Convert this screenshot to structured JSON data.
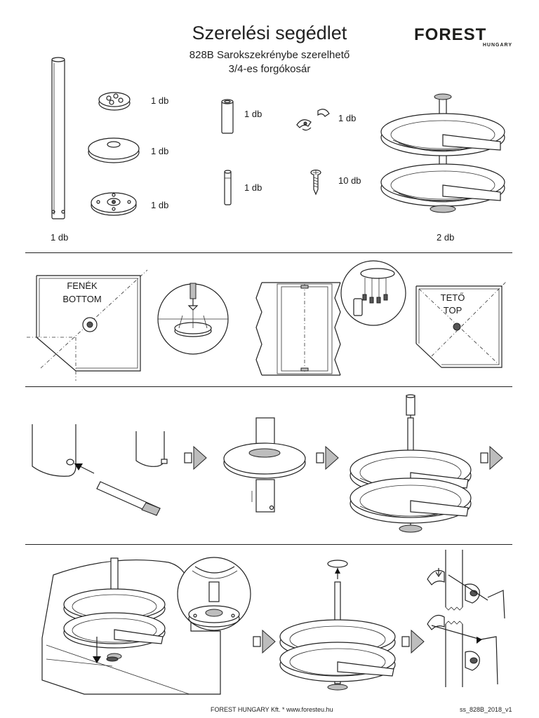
{
  "header": {
    "title": "Szerelési segédlet",
    "subtitle_line1": "828B Sarokszekrénybe szerelhető",
    "subtitle_line2": "3/4-es forgókosár",
    "logo_text": "FOREST",
    "logo_subtext": "HUNGARY"
  },
  "parts": {
    "pole_qty": "1 db",
    "nut_qty": "1 db",
    "disc_qty": "1 db",
    "base_plate_qty": "1 db",
    "sleeve_qty": "1 db",
    "pin_qty": "1 db",
    "clip_qty": "1 db",
    "screw_qty": "10 db",
    "basket_qty": "2 db"
  },
  "step1": {
    "bottom_label_hu": "FENÉK",
    "bottom_label_en": "BOTTOM",
    "top_label_hu": "TETŐ",
    "top_label_en": "TOP"
  },
  "footer": {
    "company": "FOREST HUNGARY Kft. *  www.foresteu.hu",
    "doc_code": "ss_828B_2018_v1"
  },
  "icons": {
    "arrow": "arrow-right-icon"
  }
}
